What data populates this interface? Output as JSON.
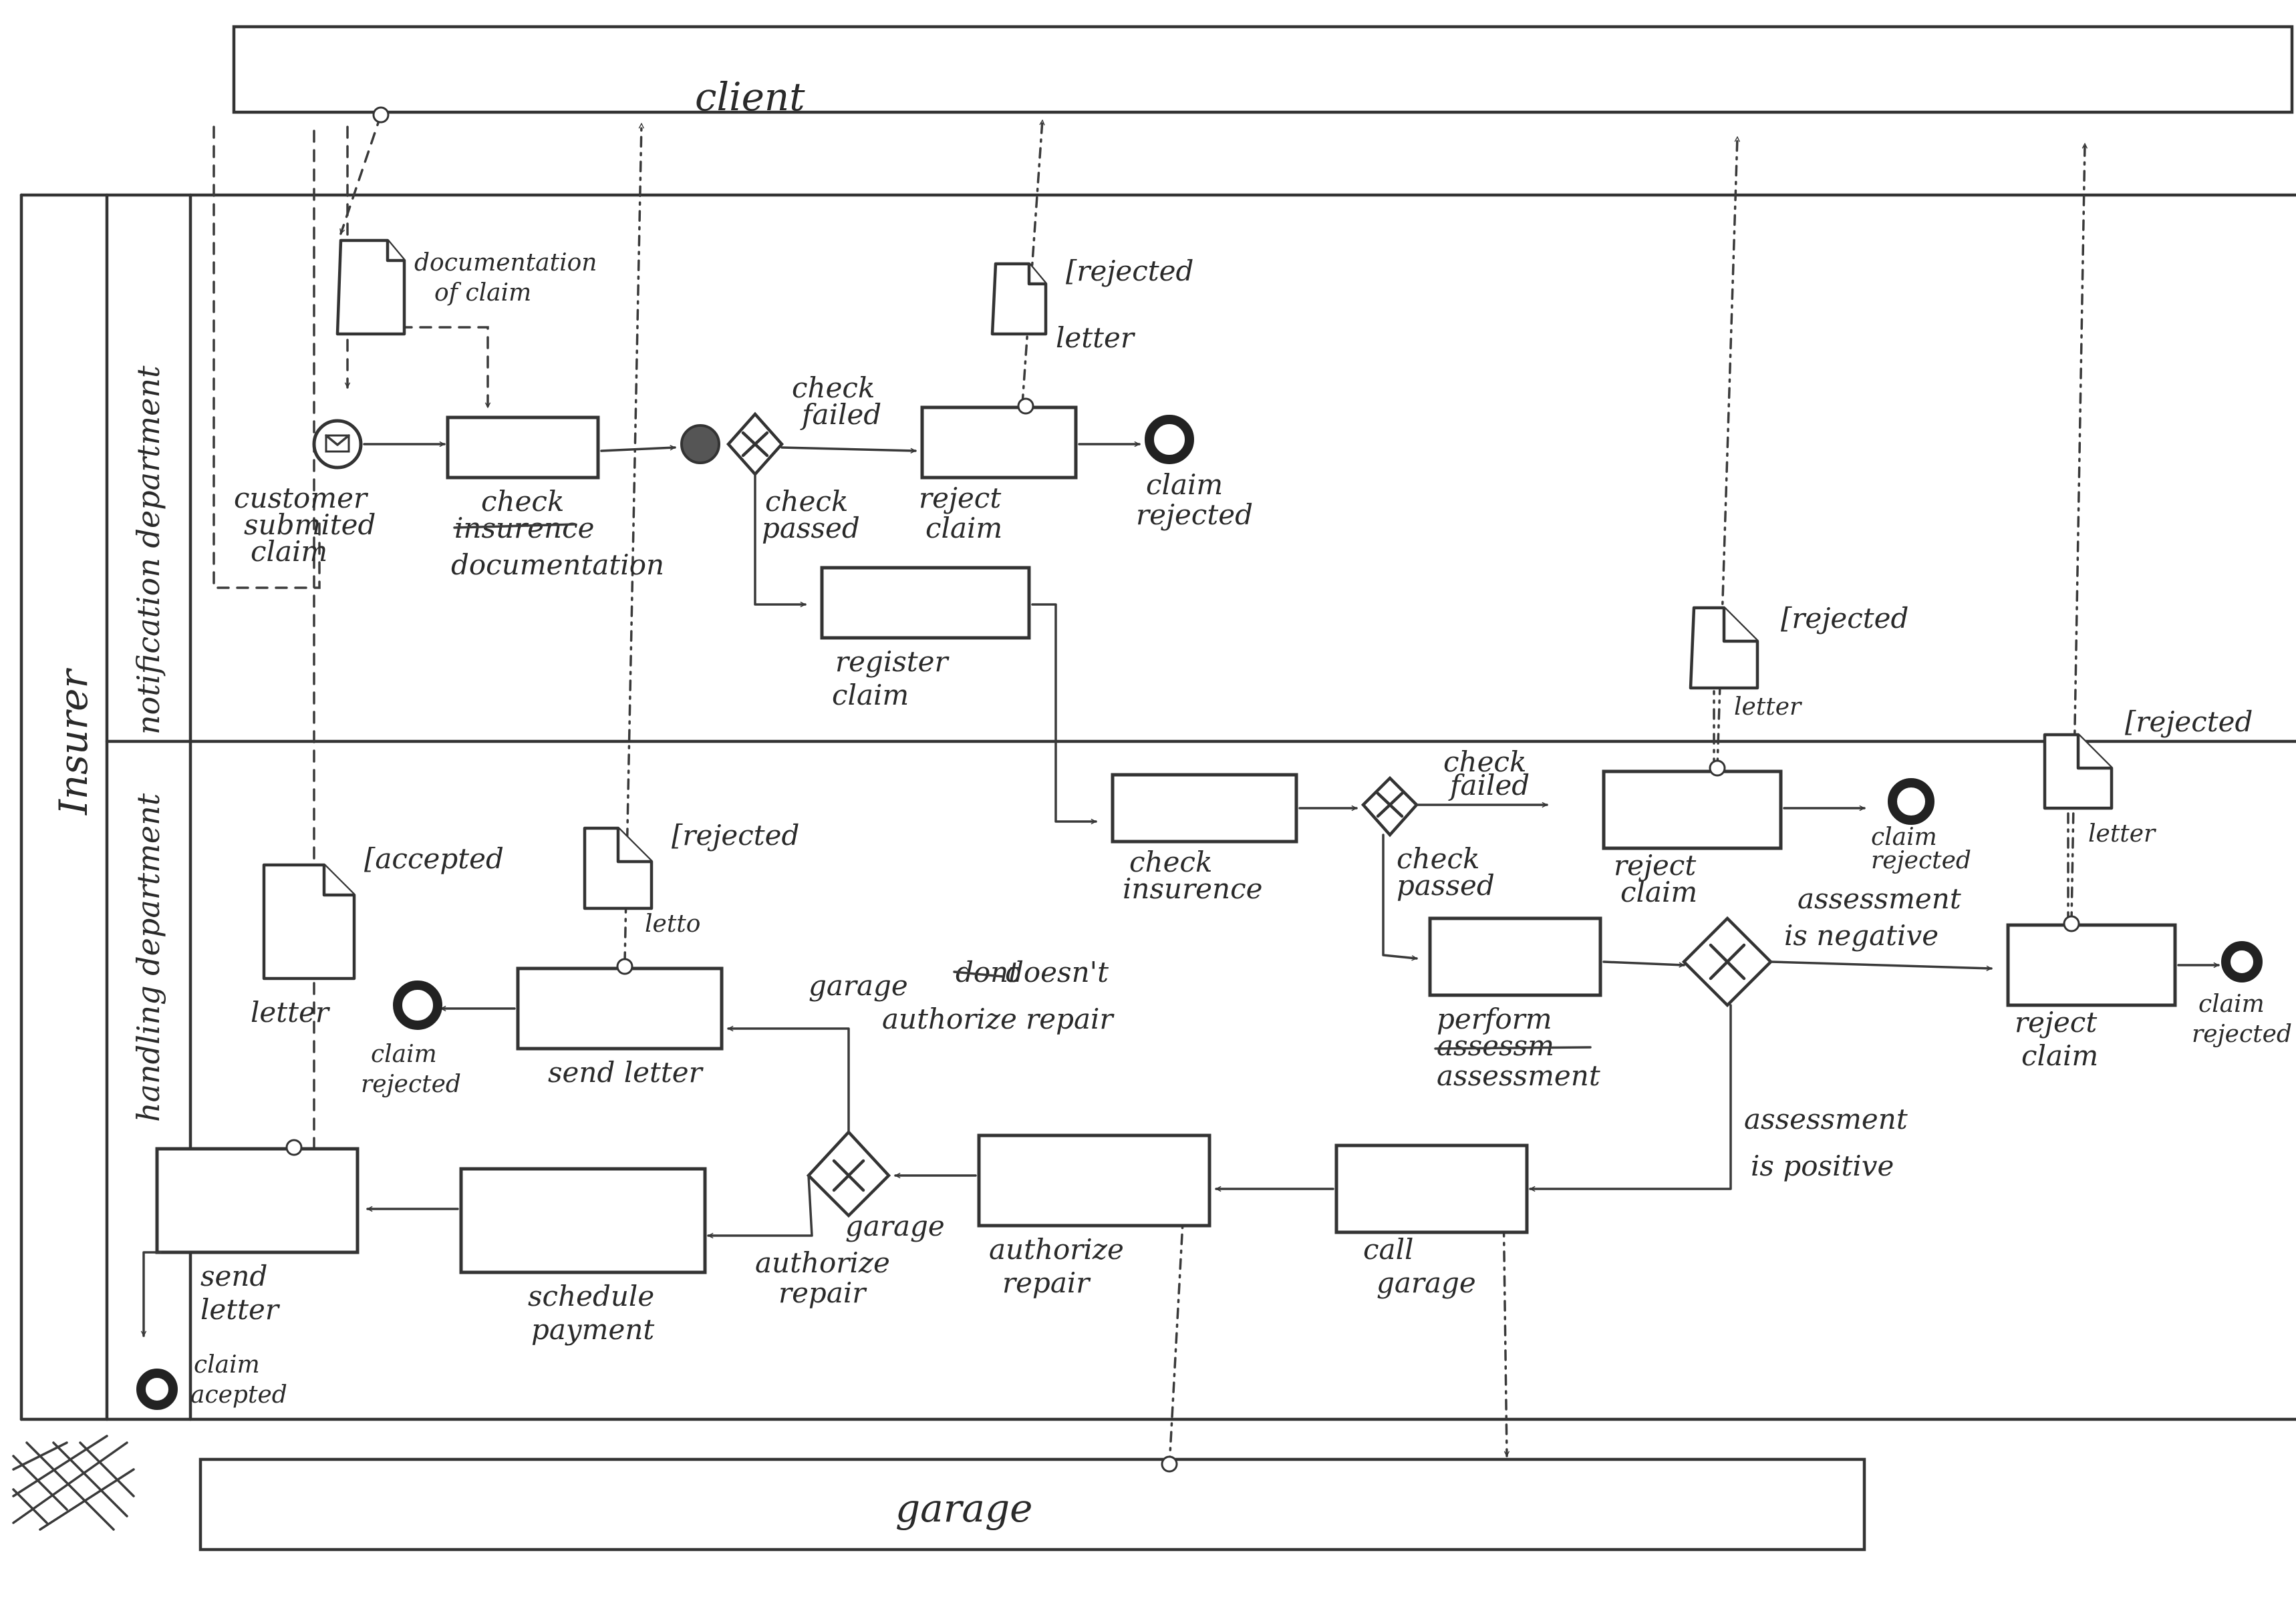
{
  "pools": {
    "client": "client",
    "insurer": "Insurer",
    "garage": "garage"
  },
  "lanes": {
    "notification": "notification department",
    "handling": "handling department"
  },
  "start_event": {
    "label_lines": [
      "customer",
      "submited",
      "claim"
    ]
  },
  "documents": {
    "documentation_of_claim": [
      "documentation",
      "of claim"
    ],
    "rejected_letter": [
      "[rejected",
      "letter"
    ],
    "accepted_letter": [
      "[accepted",
      "letter"
    ],
    "rejected_letter_handling": [
      "[rejected",
      "letto"
    ]
  },
  "tasks": {
    "check_documentation": [
      "check",
      "insurence",
      "documentation"
    ],
    "reject_claim": [
      "reject",
      "claim"
    ],
    "register_claim": [
      "register",
      "claim"
    ],
    "check_insurence": [
      "check",
      "insurence"
    ],
    "perform_assessment": [
      "perform",
      "assessm",
      "assessment"
    ],
    "call_garage": [
      "call",
      "garage"
    ],
    "authorize_repair": [
      "authorize",
      "repair"
    ],
    "schedule_payment": [
      "schedule",
      "payment"
    ],
    "send_letter": [
      "send",
      "letter"
    ],
    "send_letter_rejected": "send letter"
  },
  "flow_labels": {
    "check_failed": [
      "check",
      "failed"
    ],
    "check_passed": [
      "check",
      "passed"
    ],
    "assessment_negative": [
      "assessment",
      "is negative"
    ],
    "assessment_positive": [
      "assessment",
      "is positive"
    ],
    "garage_dont_authorize": [
      "garage",
      "dont",
      "doesn't",
      "authorize repair"
    ],
    "garage_authorize": [
      "garage",
      "authorize",
      "repair"
    ]
  },
  "end_events": {
    "claim_rejected": [
      "claim",
      "rejected"
    ],
    "claim_accepted": [
      "claim",
      "acepted"
    ]
  }
}
